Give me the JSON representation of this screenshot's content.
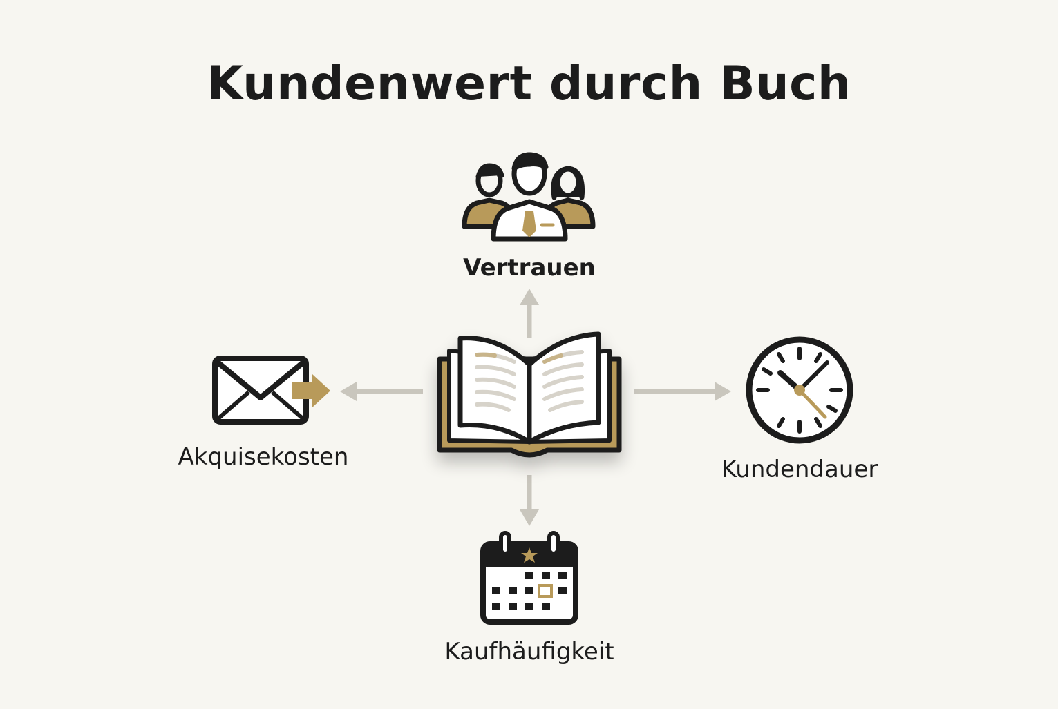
{
  "title": "Kundenwert durch Buch",
  "center": {
    "icon": "open-book-icon"
  },
  "nodes": {
    "top": {
      "label": "Vertrauen",
      "icon": "people-group-icon"
    },
    "left": {
      "label": "Akquisekosten",
      "icon": "envelope-arrow-icon"
    },
    "right": {
      "label": "Kundendauer",
      "icon": "clock-icon"
    },
    "bottom": {
      "label": "Kaufhäufigkeit",
      "icon": "calendar-star-icon"
    }
  },
  "colors": {
    "background": "#f7f6f1",
    "ink": "#1c1c1c",
    "accent": "#b89a5a",
    "arrow": "#c9c6bd"
  }
}
